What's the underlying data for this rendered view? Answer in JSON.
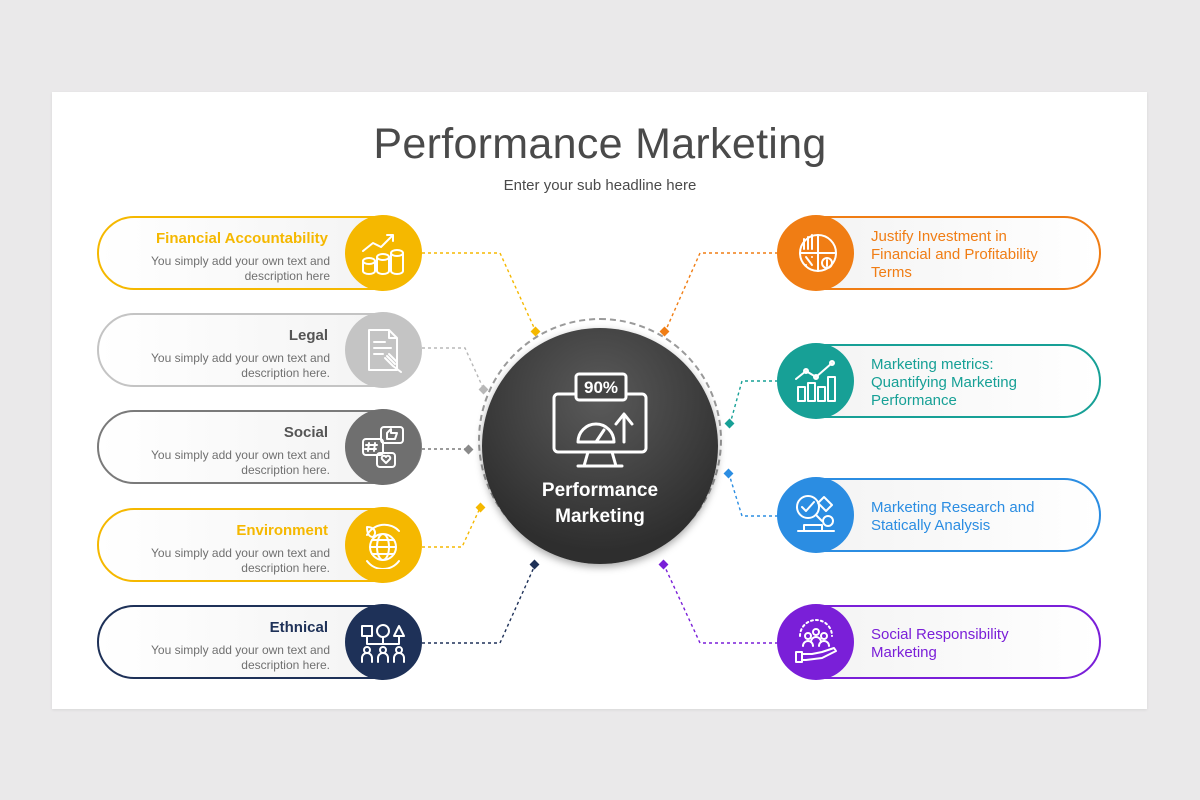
{
  "title": "Performance Marketing",
  "subtitle": "Enter your sub headline here",
  "hub": {
    "label_line1": "Performance",
    "label_line2": "Marketing",
    "badge": "90%"
  },
  "left_items": [
    {
      "heading": "Financial Accountability",
      "desc_line1": "You simply add your own text and",
      "desc_line2": "description here",
      "color": "#f5b800",
      "icon": "finance-growth-icon"
    },
    {
      "heading": "Legal",
      "desc_line1": "You simply add your own text and",
      "desc_line2": "description here.",
      "color": "#c4c4c4",
      "icon": "legal-document-icon"
    },
    {
      "heading": "Social",
      "desc_line1": "You simply add your own text and",
      "desc_line2": "description here.",
      "color": "#6f6f6f",
      "icon": "social-media-icon"
    },
    {
      "heading": "Environment",
      "desc_line1": "You simply add your own text and",
      "desc_line2": "description here.",
      "color": "#f5b800",
      "icon": "globe-leaf-icon"
    },
    {
      "heading": "Ethnical",
      "desc_line1": "You simply add your own text and",
      "desc_line2": "description here.",
      "color": "#1e3158",
      "icon": "people-network-icon"
    }
  ],
  "right_items": [
    {
      "line1": "Justify Investment in",
      "line2": "Financial and Profitability",
      "line3": "Terms",
      "color": "#f07d14",
      "icon": "pie-chart-dollar-icon"
    },
    {
      "line1": "Marketing metrics:",
      "line2": "Quantifying Marketing",
      "line3": "Performance",
      "color": "#17a096",
      "icon": "bar-chart-growth-icon"
    },
    {
      "line1": "Marketing Research and",
      "line2": "Statically Analysis",
      "line3": "",
      "color": "#2b8de2",
      "icon": "microscope-research-icon"
    },
    {
      "line1": "Social Responsibility",
      "line2": "Marketing",
      "line3": "",
      "color": "#7a1fd8",
      "icon": "hand-community-icon"
    }
  ]
}
